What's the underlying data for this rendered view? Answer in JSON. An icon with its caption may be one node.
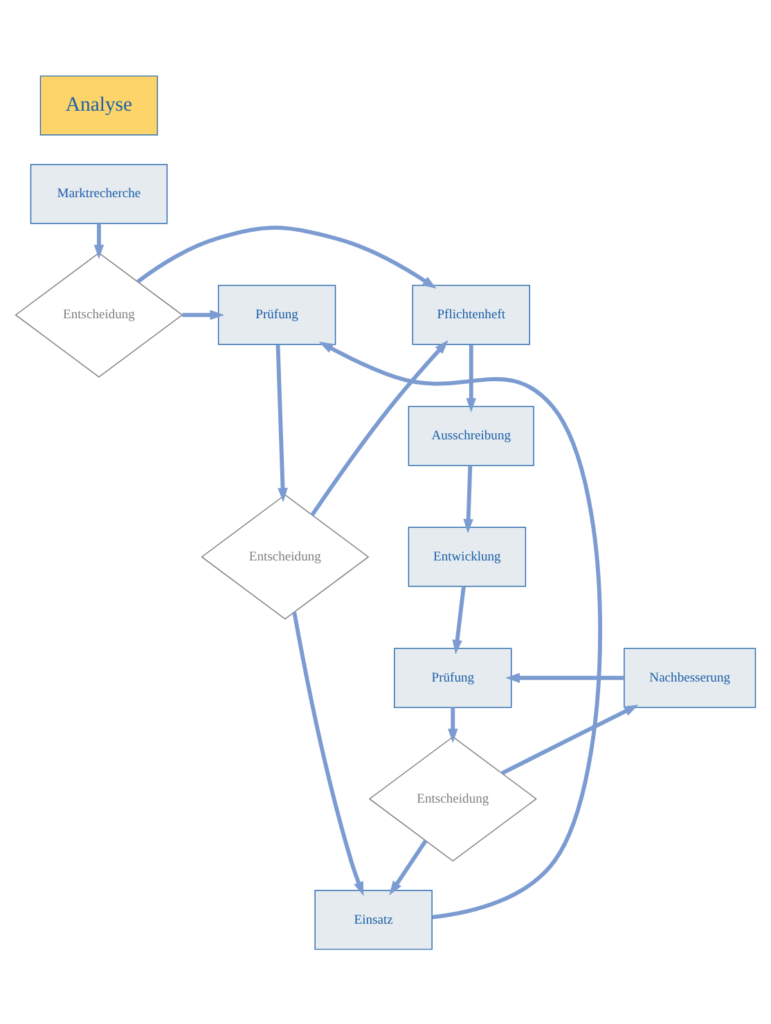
{
  "diagram": {
    "nodes": [
      {
        "text": [
          "Analyse"
        ]
      },
      {
        "text": [
          "Marktrecherche"
        ]
      },
      {
        "text": [
          "Entscheidung"
        ]
      },
      {
        "text": [
          "Pflichtenheft"
        ]
      },
      {
        "text": [
          "Prüfung"
        ]
      },
      {
        "text": [
          "Entscheidung"
        ]
      },
      {
        "text": [
          "Ausschreibung"
        ]
      },
      {
        "text": [
          "Entwicklung"
        ]
      },
      {
        "text": [
          "Prüfung"
        ]
      },
      {
        "text": [
          "Nachbesserung"
        ]
      },
      {
        "text": [
          "Entscheidung"
        ]
      },
      {
        "text": [
          "Einsatz"
        ]
      }
    ],
    "edges": [
      {
        "from": 1,
        "to": 2,
        "arrow": "to"
      },
      {
        "from": 2,
        "to": 3,
        "arrow": "to"
      },
      {
        "from": 2,
        "to": 4,
        "arrow": "to"
      },
      {
        "from": 4,
        "to": 5,
        "arrow": "to"
      },
      {
        "from": 5,
        "to": 3,
        "arrow": "to"
      },
      {
        "from": 5,
        "to": 11,
        "arrow": "to"
      },
      {
        "from": 3,
        "to": 6,
        "arrow": "to"
      },
      {
        "from": 6,
        "to": 7,
        "arrow": "to"
      },
      {
        "from": 7,
        "to": 8,
        "arrow": "to"
      },
      {
        "from": 9,
        "to": 8,
        "arrow": "to"
      },
      {
        "from": 8,
        "to": 10,
        "arrow": "to"
      },
      {
        "from": 10,
        "to": 9,
        "arrow": "to"
      },
      {
        "from": 10,
        "to": 11,
        "arrow": "to"
      },
      {
        "from": 11,
        "to": 4,
        "arrow": "to"
      }
    ]
  }
}
